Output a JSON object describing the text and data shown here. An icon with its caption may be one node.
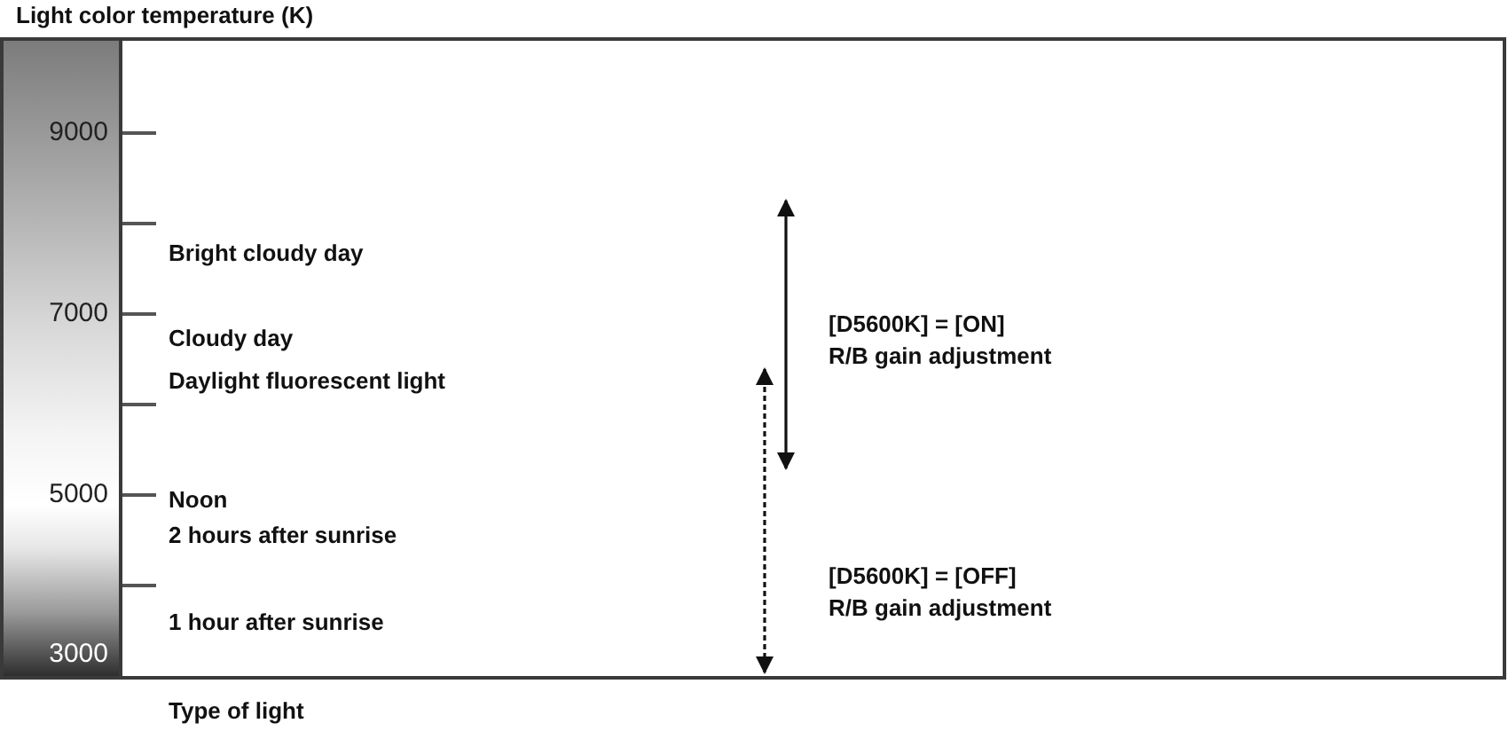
{
  "diagram": {
    "title": "Light color temperature (K)",
    "labels": [
      "9000",
      "7000",
      "5000",
      "3000",
      "Bright cloudy day",
      "Cloudy day",
      "Daylight fluorescent light",
      "Noon",
      "2 hours after sunrise",
      "1 hour after sunrise",
      "[D5600K] = [ON]",
      "R/B gain adjustment",
      "[D5600K] = [OFF]",
      "R/B gain adjustment",
      "Type of light"
    ]
  }
}
